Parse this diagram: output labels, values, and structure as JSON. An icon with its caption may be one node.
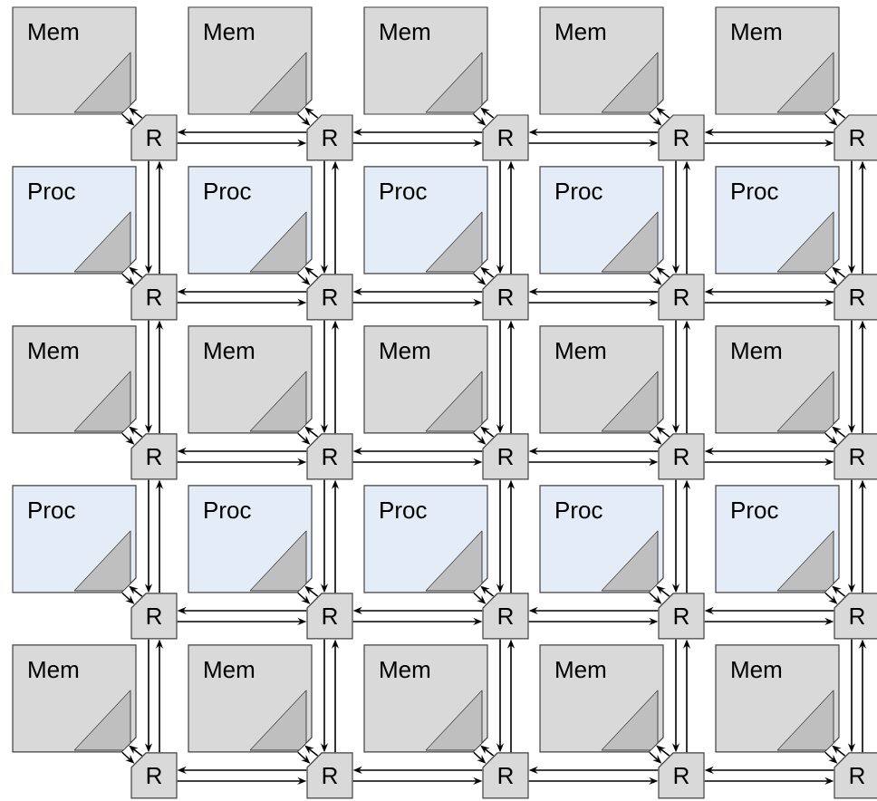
{
  "diagram": {
    "nodes": [
      {
        "text": [
          "Mem"
        ]
      },
      {
        "text": [
          "Mem"
        ]
      },
      {
        "text": [
          "Mem"
        ]
      },
      {
        "text": [
          "Mem"
        ]
      },
      {
        "text": [
          "Mem"
        ]
      },
      {
        "text": [
          "R"
        ]
      },
      {
        "text": [
          "R"
        ]
      },
      {
        "text": [
          "R"
        ]
      },
      {
        "text": [
          "R"
        ]
      },
      {
        "text": [
          "R"
        ]
      },
      {
        "text": [
          "Proc"
        ]
      },
      {
        "text": [
          "Proc"
        ]
      },
      {
        "text": [
          "Proc"
        ]
      },
      {
        "text": [
          "Proc"
        ]
      },
      {
        "text": [
          "Proc"
        ]
      },
      {
        "text": [
          "R"
        ]
      },
      {
        "text": [
          "R"
        ]
      },
      {
        "text": [
          "R"
        ]
      },
      {
        "text": [
          "R"
        ]
      },
      {
        "text": [
          "R"
        ]
      },
      {
        "text": [
          "Mem"
        ]
      },
      {
        "text": [
          "Mem"
        ]
      },
      {
        "text": [
          "Mem"
        ]
      },
      {
        "text": [
          "Mem"
        ]
      },
      {
        "text": [
          "Mem"
        ]
      },
      {
        "text": [
          "R"
        ]
      },
      {
        "text": [
          "R"
        ]
      },
      {
        "text": [
          "R"
        ]
      },
      {
        "text": [
          "R"
        ]
      },
      {
        "text": [
          "R"
        ]
      },
      {
        "text": [
          "Proc"
        ]
      },
      {
        "text": [
          "Proc"
        ]
      },
      {
        "text": [
          "Proc"
        ]
      },
      {
        "text": [
          "Proc"
        ]
      },
      {
        "text": [
          "Proc"
        ]
      },
      {
        "text": [
          "R"
        ]
      },
      {
        "text": [
          "R"
        ]
      },
      {
        "text": [
          "R"
        ]
      },
      {
        "text": [
          "R"
        ]
      },
      {
        "text": [
          "R"
        ]
      },
      {
        "text": [
          "Mem"
        ]
      },
      {
        "text": [
          "Mem"
        ]
      },
      {
        "text": [
          "Mem"
        ]
      },
      {
        "text": [
          "Mem"
        ]
      },
      {
        "text": [
          "Mem"
        ]
      },
      {
        "text": [
          "R"
        ]
      },
      {
        "text": [
          "R"
        ]
      },
      {
        "text": [
          "R"
        ]
      },
      {
        "text": [
          "R"
        ]
      },
      {
        "text": [
          "R"
        ]
      }
    ],
    "edges": [
      {
        "from": 0,
        "to": 5,
        "arrow": "to"
      },
      {
        "from": 5,
        "to": 0,
        "arrow": "to"
      },
      {
        "from": 1,
        "to": 6,
        "arrow": "to"
      },
      {
        "from": 6,
        "to": 1,
        "arrow": "to"
      },
      {
        "from": 2,
        "to": 7,
        "arrow": "to"
      },
      {
        "from": 7,
        "to": 2,
        "arrow": "to"
      },
      {
        "from": 3,
        "to": 8,
        "arrow": "to"
      },
      {
        "from": 8,
        "to": 3,
        "arrow": "to"
      },
      {
        "from": 4,
        "to": 9,
        "arrow": "to"
      },
      {
        "from": 9,
        "to": 4,
        "arrow": "to"
      },
      {
        "from": 10,
        "to": 15,
        "arrow": "to"
      },
      {
        "from": 15,
        "to": 10,
        "arrow": "to"
      },
      {
        "from": 11,
        "to": 16,
        "arrow": "to"
      },
      {
        "from": 16,
        "to": 11,
        "arrow": "to"
      },
      {
        "from": 12,
        "to": 17,
        "arrow": "to"
      },
      {
        "from": 17,
        "to": 12,
        "arrow": "to"
      },
      {
        "from": 13,
        "to": 18,
        "arrow": "to"
      },
      {
        "from": 18,
        "to": 13,
        "arrow": "to"
      },
      {
        "from": 14,
        "to": 19,
        "arrow": "to"
      },
      {
        "from": 19,
        "to": 14,
        "arrow": "to"
      },
      {
        "from": 20,
        "to": 25,
        "arrow": "to"
      },
      {
        "from": 25,
        "to": 20,
        "arrow": "to"
      },
      {
        "from": 21,
        "to": 26,
        "arrow": "to"
      },
      {
        "from": 26,
        "to": 21,
        "arrow": "to"
      },
      {
        "from": 22,
        "to": 27,
        "arrow": "to"
      },
      {
        "from": 27,
        "to": 22,
        "arrow": "to"
      },
      {
        "from": 23,
        "to": 28,
        "arrow": "to"
      },
      {
        "from": 28,
        "to": 23,
        "arrow": "to"
      },
      {
        "from": 24,
        "to": 29,
        "arrow": "to"
      },
      {
        "from": 29,
        "to": 24,
        "arrow": "to"
      },
      {
        "from": 30,
        "to": 35,
        "arrow": "to"
      },
      {
        "from": 35,
        "to": 30,
        "arrow": "to"
      },
      {
        "from": 31,
        "to": 36,
        "arrow": "to"
      },
      {
        "from": 36,
        "to": 31,
        "arrow": "to"
      },
      {
        "from": 32,
        "to": 37,
        "arrow": "to"
      },
      {
        "from": 37,
        "to": 32,
        "arrow": "to"
      },
      {
        "from": 33,
        "to": 38,
        "arrow": "to"
      },
      {
        "from": 38,
        "to": 33,
        "arrow": "to"
      },
      {
        "from": 34,
        "to": 39,
        "arrow": "to"
      },
      {
        "from": 39,
        "to": 34,
        "arrow": "to"
      },
      {
        "from": 40,
        "to": 45,
        "arrow": "to"
      },
      {
        "from": 45,
        "to": 40,
        "arrow": "to"
      },
      {
        "from": 41,
        "to": 46,
        "arrow": "to"
      },
      {
        "from": 46,
        "to": 41,
        "arrow": "to"
      },
      {
        "from": 42,
        "to": 47,
        "arrow": "to"
      },
      {
        "from": 47,
        "to": 42,
        "arrow": "to"
      },
      {
        "from": 43,
        "to": 48,
        "arrow": "to"
      },
      {
        "from": 48,
        "to": 43,
        "arrow": "to"
      },
      {
        "from": 44,
        "to": 49,
        "arrow": "to"
      },
      {
        "from": 49,
        "to": 44,
        "arrow": "to"
      },
      {
        "from": 5,
        "to": 6,
        "arrow": "to"
      },
      {
        "from": 6,
        "to": 5,
        "arrow": "to"
      },
      {
        "from": 6,
        "to": 7,
        "arrow": "to"
      },
      {
        "from": 7,
        "to": 6,
        "arrow": "to"
      },
      {
        "from": 7,
        "to": 8,
        "arrow": "to"
      },
      {
        "from": 8,
        "to": 7,
        "arrow": "to"
      },
      {
        "from": 8,
        "to": 9,
        "arrow": "to"
      },
      {
        "from": 9,
        "to": 8,
        "arrow": "to"
      },
      {
        "from": 15,
        "to": 16,
        "arrow": "to"
      },
      {
        "from": 16,
        "to": 15,
        "arrow": "to"
      },
      {
        "from": 16,
        "to": 17,
        "arrow": "to"
      },
      {
        "from": 17,
        "to": 16,
        "arrow": "to"
      },
      {
        "from": 17,
        "to": 18,
        "arrow": "to"
      },
      {
        "from": 18,
        "to": 17,
        "arrow": "to"
      },
      {
        "from": 18,
        "to": 19,
        "arrow": "to"
      },
      {
        "from": 19,
        "to": 18,
        "arrow": "to"
      },
      {
        "from": 25,
        "to": 26,
        "arrow": "to"
      },
      {
        "from": 26,
        "to": 25,
        "arrow": "to"
      },
      {
        "from": 26,
        "to": 27,
        "arrow": "to"
      },
      {
        "from": 27,
        "to": 26,
        "arrow": "to"
      },
      {
        "from": 27,
        "to": 28,
        "arrow": "to"
      },
      {
        "from": 28,
        "to": 27,
        "arrow": "to"
      },
      {
        "from": 28,
        "to": 29,
        "arrow": "to"
      },
      {
        "from": 29,
        "to": 28,
        "arrow": "to"
      },
      {
        "from": 35,
        "to": 36,
        "arrow": "to"
      },
      {
        "from": 36,
        "to": 35,
        "arrow": "to"
      },
      {
        "from": 36,
        "to": 37,
        "arrow": "to"
      },
      {
        "from": 37,
        "to": 36,
        "arrow": "to"
      },
      {
        "from": 37,
        "to": 38,
        "arrow": "to"
      },
      {
        "from": 38,
        "to": 37,
        "arrow": "to"
      },
      {
        "from": 38,
        "to": 39,
        "arrow": "to"
      },
      {
        "from": 39,
        "to": 38,
        "arrow": "to"
      },
      {
        "from": 45,
        "to": 46,
        "arrow": "to"
      },
      {
        "from": 46,
        "to": 45,
        "arrow": "to"
      },
      {
        "from": 46,
        "to": 47,
        "arrow": "to"
      },
      {
        "from": 47,
        "to": 46,
        "arrow": "to"
      },
      {
        "from": 47,
        "to": 48,
        "arrow": "to"
      },
      {
        "from": 48,
        "to": 47,
        "arrow": "to"
      },
      {
        "from": 48,
        "to": 49,
        "arrow": "to"
      },
      {
        "from": 49,
        "to": 48,
        "arrow": "to"
      },
      {
        "from": 5,
        "to": 15,
        "arrow": "to"
      },
      {
        "from": 15,
        "to": 5,
        "arrow": "to"
      },
      {
        "from": 15,
        "to": 25,
        "arrow": "to"
      },
      {
        "from": 25,
        "to": 15,
        "arrow": "to"
      },
      {
        "from": 25,
        "to": 35,
        "arrow": "to"
      },
      {
        "from": 35,
        "to": 25,
        "arrow": "to"
      },
      {
        "from": 35,
        "to": 45,
        "arrow": "to"
      },
      {
        "from": 45,
        "to": 35,
        "arrow": "to"
      },
      {
        "from": 6,
        "to": 16,
        "arrow": "to"
      },
      {
        "from": 16,
        "to": 6,
        "arrow": "to"
      },
      {
        "from": 16,
        "to": 26,
        "arrow": "to"
      },
      {
        "from": 26,
        "to": 16,
        "arrow": "to"
      },
      {
        "from": 26,
        "to": 36,
        "arrow": "to"
      },
      {
        "from": 36,
        "to": 26,
        "arrow": "to"
      },
      {
        "from": 36,
        "to": 46,
        "arrow": "to"
      },
      {
        "from": 46,
        "to": 36,
        "arrow": "to"
      },
      {
        "from": 7,
        "to": 17,
        "arrow": "to"
      },
      {
        "from": 17,
        "to": 7,
        "arrow": "to"
      },
      {
        "from": 17,
        "to": 27,
        "arrow": "to"
      },
      {
        "from": 27,
        "to": 17,
        "arrow": "to"
      },
      {
        "from": 27,
        "to": 37,
        "arrow": "to"
      },
      {
        "from": 37,
        "to": 27,
        "arrow": "to"
      },
      {
        "from": 37,
        "to": 47,
        "arrow": "to"
      },
      {
        "from": 47,
        "to": 37,
        "arrow": "to"
      },
      {
        "from": 8,
        "to": 18,
        "arrow": "to"
      },
      {
        "from": 18,
        "to": 8,
        "arrow": "to"
      },
      {
        "from": 18,
        "to": 28,
        "arrow": "to"
      },
      {
        "from": 28,
        "to": 18,
        "arrow": "to"
      },
      {
        "from": 28,
        "to": 38,
        "arrow": "to"
      },
      {
        "from": 38,
        "to": 28,
        "arrow": "to"
      },
      {
        "from": 38,
        "to": 48,
        "arrow": "to"
      },
      {
        "from": 48,
        "to": 38,
        "arrow": "to"
      },
      {
        "from": 9,
        "to": 19,
        "arrow": "to"
      },
      {
        "from": 19,
        "to": 9,
        "arrow": "to"
      },
      {
        "from": 19,
        "to": 29,
        "arrow": "to"
      },
      {
        "from": 29,
        "to": 19,
        "arrow": "to"
      },
      {
        "from": 29,
        "to": 39,
        "arrow": "to"
      },
      {
        "from": 39,
        "to": 29,
        "arrow": "to"
      },
      {
        "from": 39,
        "to": 49,
        "arrow": "to"
      },
      {
        "from": 49,
        "to": 39,
        "arrow": "to"
      }
    ]
  }
}
